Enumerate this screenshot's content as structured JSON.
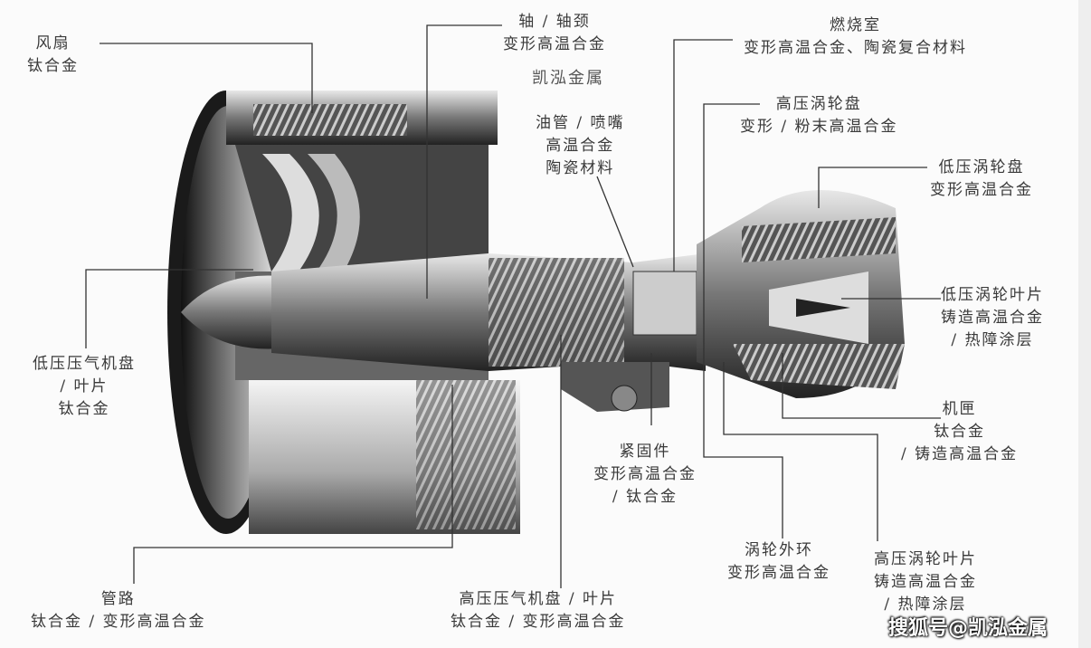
{
  "brand_text": "凯泓金属",
  "watermark": "搜狐号@凯泓金属",
  "labels": {
    "fan": [
      "风扇",
      "钛合金"
    ],
    "shaft": [
      "轴 / 轴颈",
      "变形高温合金"
    ],
    "combustor": [
      "燃烧室",
      "变形高温合金、陶瓷复合材料"
    ],
    "hpt_disc": [
      "高压涡轮盘",
      "变形 / 粉末高温合金"
    ],
    "oil_pipe": [
      "油管 / 喷嘴",
      "高温合金",
      "陶瓷材料"
    ],
    "lpt_disc": [
      "低压涡轮盘",
      "变形高温合金"
    ],
    "lpt_blade": [
      "低压涡轮叶片",
      "铸造高温合金",
      "/ 热障涂层"
    ],
    "lpc_disc": [
      "低压压气机盘",
      "/ 叶片",
      "钛合金"
    ],
    "casing": [
      "机匣",
      "钛合金",
      "/ 铸造高温合金"
    ],
    "fastener": [
      "紧固件",
      "变形高温合金",
      "/ 钛合金"
    ],
    "turbine_shroud": [
      "涡轮外环",
      "变形高温合金"
    ],
    "hpt_blade": [
      "高压涡轮叶片",
      "铸造高温合金",
      "/ 热障涂层"
    ],
    "piping": [
      "管路",
      "钛合金 / 变形高温合金"
    ],
    "hpc_disc": [
      "高压压气机盘 / 叶片",
      "钛合金 / 变形高温合金"
    ]
  }
}
